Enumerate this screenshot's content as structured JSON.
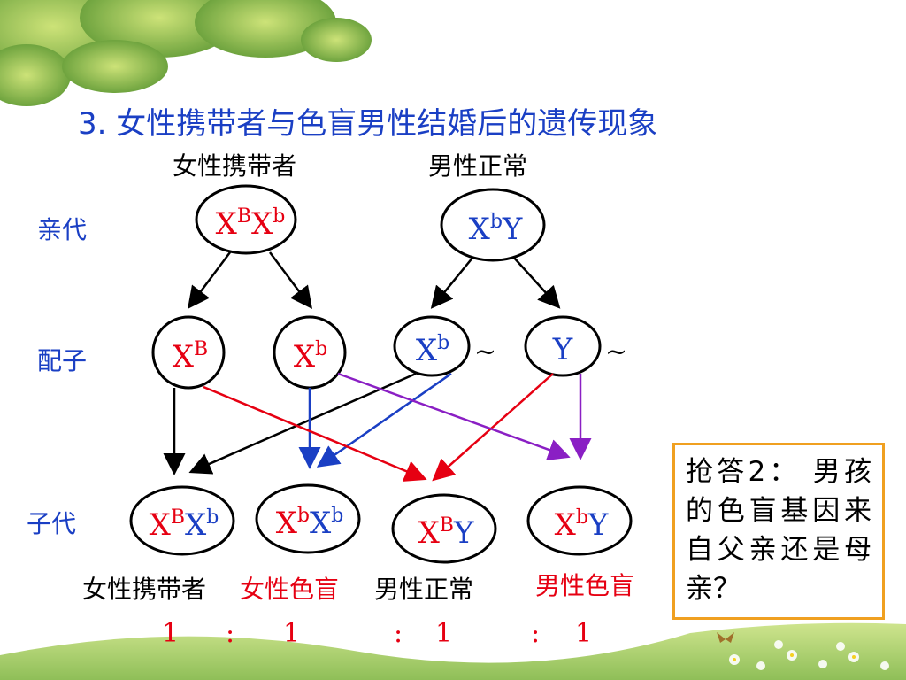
{
  "title": "3. 女性携带者与色盲男性结婚后的遗传现象",
  "parent_labels": {
    "female": "女性携带者",
    "male": "男性正常"
  },
  "row_labels": {
    "parents": "亲代",
    "gametes": "配子",
    "offspring": "子代"
  },
  "parents": {
    "female": {
      "x1": "X",
      "s1": "B",
      "x2": "X",
      "s2": "b"
    },
    "male": {
      "x1": "X",
      "s1": "b",
      "x2": "Y"
    }
  },
  "gametes": [
    {
      "base": "X",
      "sup": "B",
      "color": "#e60012"
    },
    {
      "base": "X",
      "sup": "b",
      "color": "#e60012"
    },
    {
      "base": "X",
      "sup": "b",
      "color": "#1a3fc4",
      "suffix": "~"
    },
    {
      "base": "Y",
      "sup": "",
      "color": "#1a3fc4",
      "suffix": "~"
    }
  ],
  "offspring": [
    {
      "x1": "X",
      "s1": "B",
      "x2": "X",
      "s2": "b",
      "phenotype": "女性携带者"
    },
    {
      "x1": "X",
      "s1": "b",
      "x2": "X",
      "s2": "b",
      "phenotype": "女性色盲"
    },
    {
      "x1": "X",
      "s1": "B",
      "x2": "Y",
      "s2": "",
      "phenotype": "男性正常"
    },
    {
      "x1": "X",
      "s1": "b",
      "x2": "Y",
      "s2": "",
      "phenotype": "男性色盲"
    }
  ],
  "ratio": [
    "1",
    ":",
    "1",
    ":",
    "1",
    ":",
    "1"
  ],
  "question": "抢答2： 男孩的色盲基因来自父亲还是母亲？",
  "colors": {
    "red": "#e60012",
    "blue": "#1a3fc4",
    "purple": "#8a1fc4",
    "black": "#000000",
    "box_border": "#f0a020"
  }
}
